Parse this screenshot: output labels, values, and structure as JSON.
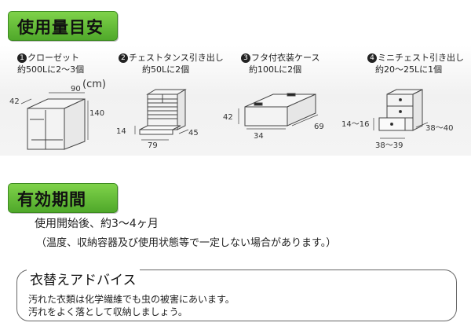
{
  "sections": {
    "usage": {
      "title": "使用量目安"
    },
    "period": {
      "title": "有効期間"
    }
  },
  "unit_label": "(cm)",
  "items": [
    {
      "num": "1",
      "name": "クローゼット",
      "amount": "約500Lに2〜3個",
      "dims": {
        "depth": "42",
        "width": "90",
        "height": "140"
      }
    },
    {
      "num": "2",
      "name": "チェストタンス引き出し",
      "amount": "約50Lに2個",
      "dims": {
        "height": "14",
        "width": "79",
        "depth": "45"
      }
    },
    {
      "num": "3",
      "name": "フタ付衣装ケース",
      "amount": "約100Lに2個",
      "dims": {
        "height": "42",
        "width": "34",
        "depth": "69"
      }
    },
    {
      "num": "4",
      "name": "ミニチェスト引き出し",
      "amount": "約20〜25Lに1個",
      "dims": {
        "height": "14〜16",
        "width": "38〜39",
        "depth": "38〜40"
      }
    }
  ],
  "period": {
    "main": "使用開始後、約3〜4ヶ月",
    "note": "（温度、収納容器及び使用状態等で一定しない場合があります。）"
  },
  "advice": {
    "title": "衣替えアドバイス",
    "lines": [
      "汚れた衣類は化学繊維でも虫の被害にあいます。",
      "汚れをよく落として収納しましょう。"
    ]
  }
}
